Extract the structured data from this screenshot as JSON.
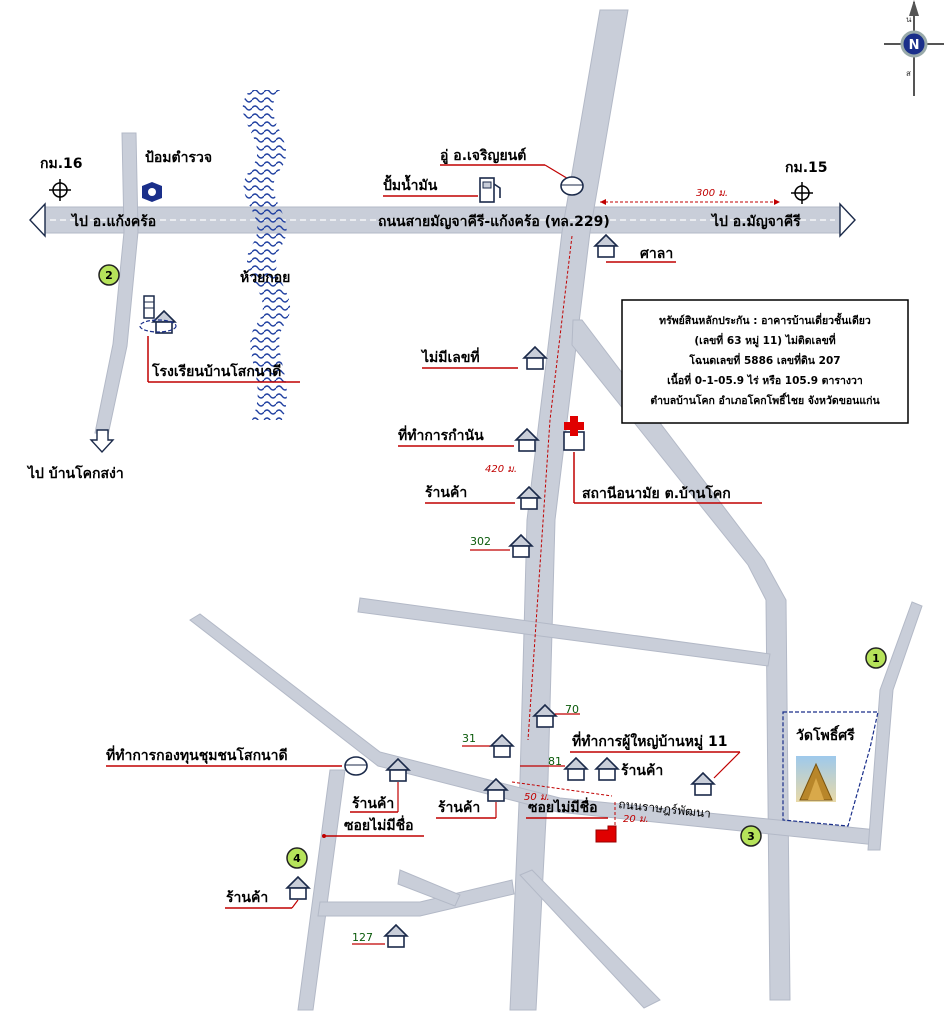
{
  "compass": {
    "letter": "N",
    "north_label": "น",
    "south_label": "ส"
  },
  "roads": {
    "highway_name": "ถนนสายมัญจาคีรี-แก้งคร้อ (ทล.229)",
    "to_west": "ไป อ.แก้งคร้อ",
    "to_east": "ไป อ.มัญจาคีรี",
    "to_south_west": "ไป บ้านโคกสง่า",
    "side_road": "ถนนราษฎร์พัฒนา",
    "soi": "ซอยไม่มีชื่อ",
    "soi_left": "ซอยไม่มีชื่อ"
  },
  "kilometers": {
    "km16": "กม.16",
    "km15": "กม.15"
  },
  "distances": {
    "d300": "300 ม.",
    "d420": "420 ม.",
    "d50": "50 ม.",
    "d20": "20 ม."
  },
  "landmarks": {
    "police": "ป้อมตำรวจ",
    "garage": "อู่ อ.เจริญยนต์",
    "gas": "ปั้มน้ำมัน",
    "sala": "ศาลา",
    "creek": "ห้วยกอย",
    "school": "โรงเรียนบ้านโสกนาดี",
    "no_number": "ไม่มีเลขที่",
    "kamnan": "ที่ทำการกำนัน",
    "shop1": "ร้านค้า",
    "health": "สถานีอนามัย ต.บ้านโคก",
    "num302": "302",
    "num70": "70",
    "num31": "31",
    "num81": "81",
    "num127": "127",
    "headman": "ที่ทำการผู้ใหญ่บ้านหมู่ 11",
    "shop_81": "ร้านค้า",
    "fund": "ที่ทำการกองทุนชุมชนโสกนาดี",
    "shop_left": "ร้านค้า",
    "shop_mid": "ร้านค้า",
    "shop_bottom": "ร้านค้า",
    "temple": "วัดโพธิ์ศรี"
  },
  "markers": {
    "m1": "1",
    "m2": "2",
    "m3": "3",
    "m4": "4"
  },
  "info_box": {
    "line1": "ทรัพย์สินหลักประกัน : อาคารบ้านเดี่ยวชั้นเดียว",
    "line2": "(เลขที่ 63 หมู่ 11) ไม่ติดเลขที่",
    "line3": "โฉนดเลขที่ 5886 เลขที่ดิน 207",
    "line4": "เนื้อที่ 0-1-05.9 ไร่ หรือ 105.9 ตารางวา",
    "line5": "ตำบลบ้านโคก  อำเภอโคกโพธิ์ไชย  จังหวัดขอนแก่น"
  },
  "colors": {
    "road": "#c9ced9",
    "leader": "#c00000",
    "marker_fill": "#b6e35a",
    "creek": "#1f3fa0",
    "property": "#e00000"
  }
}
